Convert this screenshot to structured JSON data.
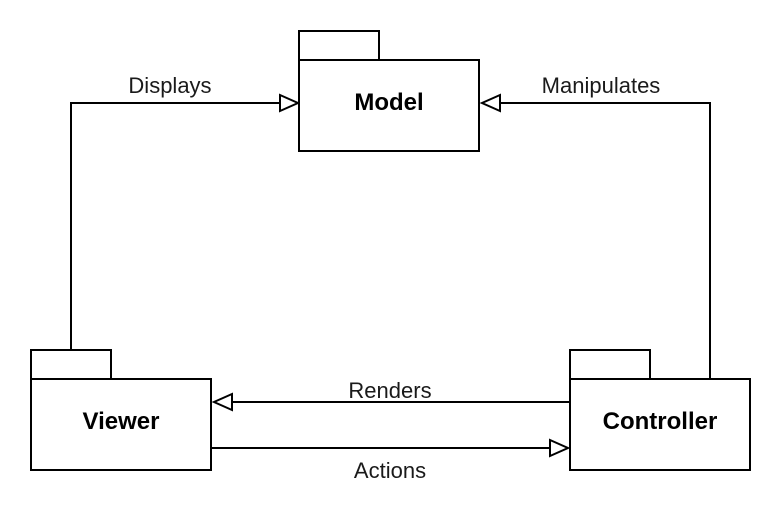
{
  "diagram": {
    "nodes": {
      "model": {
        "label": "Model"
      },
      "viewer": {
        "label": "Viewer"
      },
      "controller": {
        "label": "Controller"
      }
    },
    "edges": {
      "displays": {
        "label": "Displays",
        "from": "Viewer",
        "to": "Model"
      },
      "manipulates": {
        "label": "Manipulates",
        "from": "Controller",
        "to": "Model"
      },
      "renders": {
        "label": "Renders",
        "from": "Controller",
        "to": "Viewer"
      },
      "actions": {
        "label": "Actions",
        "from": "Viewer",
        "to": "Controller"
      }
    }
  }
}
